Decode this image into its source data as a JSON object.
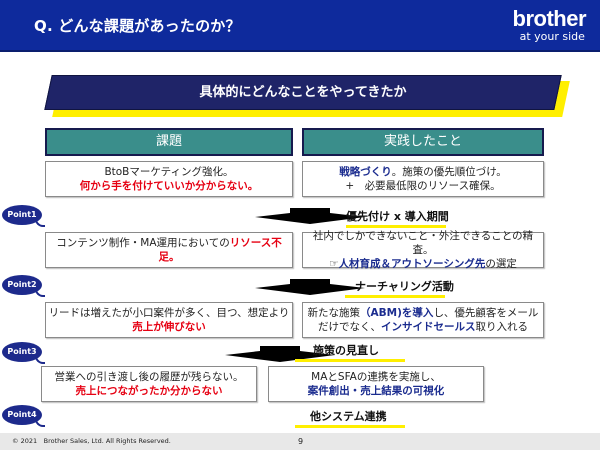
{
  "header": {
    "title": "Q. どんな課題があったのか？",
    "logo": {
      "brand": "brother",
      "tagline": "at your side"
    },
    "colors": {
      "background": "#0e2a9c"
    }
  },
  "banner": {
    "text": "具体的にどんなことをやってきたか",
    "colors": {
      "fill": "#1f2468",
      "shadow": "#ffef00"
    }
  },
  "columns": {
    "left": "課題",
    "right": "実践したこと",
    "colors": {
      "fill": "#3a8e8b"
    }
  },
  "rows": [
    {
      "issue": {
        "lines": [
          {
            "parts": [
              {
                "text": "BtoBマーケティング強化。",
                "style": "normal"
              }
            ]
          },
          {
            "parts": [
              {
                "text": "何から手を付けていいか分からない。",
                "style": "red"
              }
            ]
          }
        ]
      },
      "practice": {
        "lines": [
          {
            "parts": [
              {
                "text": "戦略づくり",
                "style": "blue"
              },
              {
                "text": "。施策の優先順位づけ。",
                "style": "normal"
              }
            ]
          },
          {
            "parts": [
              {
                "text": "+　必要最低限のリソース確保。",
                "style": "normal"
              }
            ]
          }
        ]
      }
    },
    {
      "point": "Point1",
      "label": "優先付け x 導入期間",
      "issue": {
        "lines": [
          {
            "parts": [
              {
                "text": "コンテンツ制作・MA運用においての",
                "style": "normal"
              },
              {
                "text": "リソース不足。",
                "style": "red"
              }
            ]
          }
        ]
      },
      "practice": {
        "lines": [
          {
            "parts": [
              {
                "text": "社内でしかできないこと・外注できることの精査。",
                "style": "normal"
              }
            ]
          },
          {
            "parts": [
              {
                "text": "☞",
                "style": "normal"
              },
              {
                "text": "人材育成＆アウトソーシング先",
                "style": "blue"
              },
              {
                "text": "の選定",
                "style": "normal"
              }
            ]
          }
        ]
      }
    },
    {
      "point": "Point2",
      "label": "ナーチャリング活動",
      "issue": {
        "lines": [
          {
            "parts": [
              {
                "text": "リードは増えたが小口案件が多く、目つ、想定より",
                "style": "normal"
              }
            ]
          },
          {
            "parts": [
              {
                "text": "売上が伸びない",
                "style": "red"
              }
            ]
          }
        ]
      },
      "practice": {
        "lines": [
          {
            "parts": [
              {
                "text": "新たな施策",
                "style": "normal"
              },
              {
                "text": "（ABM)を導入",
                "style": "blue"
              },
              {
                "text": "し、優先顧客をメール",
                "style": "normal"
              }
            ]
          },
          {
            "parts": [
              {
                "text": "だけでなく、",
                "style": "normal"
              },
              {
                "text": "インサイドセールス",
                "style": "blue"
              },
              {
                "text": "取り入れる",
                "style": "normal"
              }
            ]
          }
        ]
      }
    },
    {
      "point": "Point3",
      "label": "施策の見直し",
      "issue": {
        "lines": [
          {
            "parts": [
              {
                "text": "営業への引き渡し後の履歴が残らない。",
                "style": "normal"
              }
            ]
          },
          {
            "parts": [
              {
                "text": "売上につながったか分からない",
                "style": "red"
              }
            ]
          }
        ]
      },
      "practice": {
        "lines": [
          {
            "parts": [
              {
                "text": "MAとSFAの連携を実施し、",
                "style": "normal"
              }
            ]
          },
          {
            "parts": [
              {
                "text": "案件創出・売上結果の可視化",
                "style": "blue"
              }
            ]
          }
        ]
      }
    },
    {
      "point": "Point4",
      "label": "他システム連携"
    }
  ],
  "footer": {
    "copyright": "© 2021　Brother Sales, Ltd. All Rights Reserved.",
    "page_number": "9"
  }
}
